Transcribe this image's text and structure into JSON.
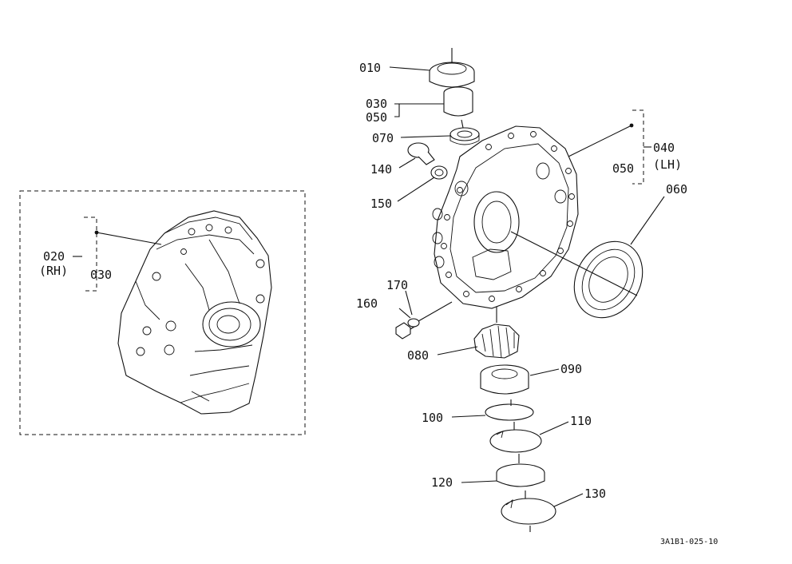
{
  "callouts": {
    "p010": "010",
    "p030": "030",
    "p050a": "050",
    "p070": "070",
    "p140": "140",
    "p150": "150",
    "p040": "040",
    "p050b": "050",
    "p_lh": "(LH)",
    "p060": "060",
    "p020": "020",
    "p_rh": "(RH)",
    "p030b": "030",
    "p160": "160",
    "p170": "170",
    "p080": "080",
    "p090": "090",
    "p100": "100",
    "p110": "110",
    "p120": "120",
    "p130": "130"
  },
  "drawing_id": "3A1B1-025-10"
}
